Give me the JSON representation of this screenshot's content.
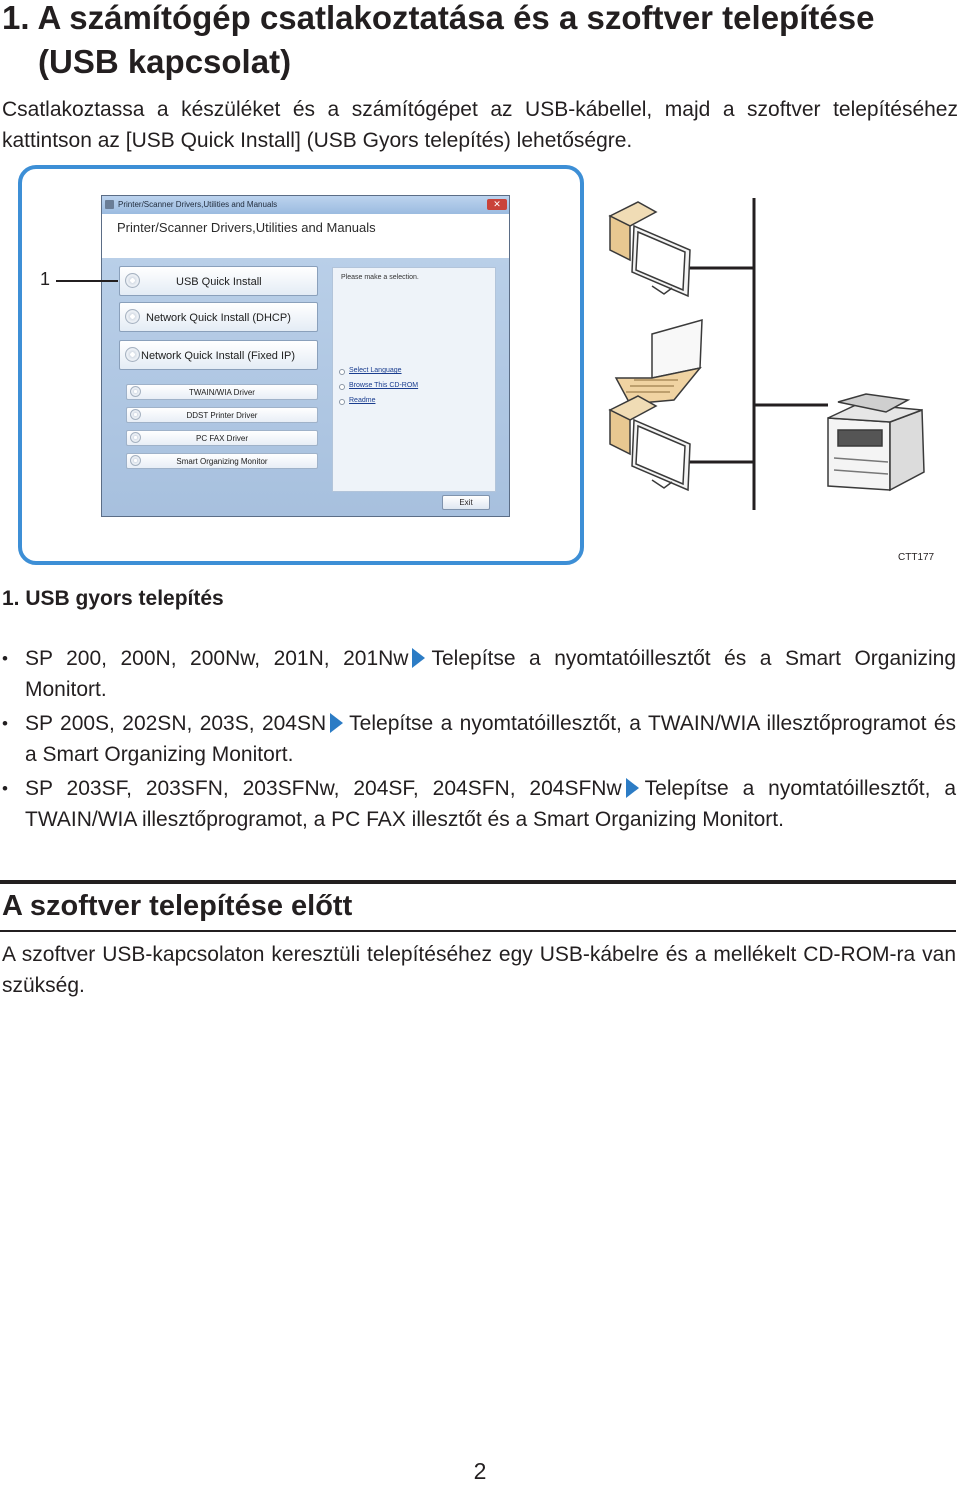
{
  "heading": {
    "line1": "1. A számítógép csatlakoztatása és a szoftver telepítése",
    "line2": "(USB kapcsolat)"
  },
  "intro": "Csatlakoztassa a készüléket és a számítógépet az USB-kábellel, majd a szoftver telepítéséhez kattintson az [USB Quick Install] (USB Gyors telepítés) lehetőségre.",
  "figure": {
    "window_title": "Printer/Scanner Drivers,Utilities and Manuals",
    "header_title": "Printer/Scanner Drivers,Utilities and Manuals",
    "close_label": "✕",
    "callout_number": "1",
    "main_buttons": [
      "USB Quick Install",
      "Network Quick Install (DHCP)",
      "Network Quick Install (Fixed IP)"
    ],
    "small_buttons": [
      "TWAIN/WIA Driver",
      "DDST Printer Driver",
      "PC FAX Driver",
      "Smart Organizing Monitor"
    ],
    "info_text": "Please make a selection.",
    "links": [
      "Select Language",
      "Browse This CD-ROM",
      "Readme"
    ],
    "exit_label": "Exit",
    "figure_code": "CTT177",
    "accent_color": "#3d8fd6"
  },
  "caption": "1. USB gyors telepítés",
  "bullets": [
    {
      "models": "SP 200, 200N, 200Nw, 201N, 201Nw",
      "text": "Telepítse a nyomtatóillesztőt és a Smart Organizing Monitort."
    },
    {
      "models": "SP 200S, 202SN, 203S, 204SN",
      "text": "Telepítse a nyomtatóillesztőt, a TWAIN/WIA illesztőprogramot és a Smart Organizing Monitort."
    },
    {
      "models": "SP 203SF, 203SFN, 203SFNw, 204SF, 204SFN, 204SFNw",
      "text": "Telepítse a nyomtatóillesztőt, a TWAIN/WIA illesztőprogramot, a PC FAX illesztőt és a Smart Organizing Monitort."
    }
  ],
  "section": {
    "title": "A szoftver telepítése előtt",
    "text": "A szoftver USB-kapcsolaton keresztüli telepítéséhez egy USB-kábelre és a mellékelt CD-ROM-ra van szükség."
  },
  "page_number": "2"
}
